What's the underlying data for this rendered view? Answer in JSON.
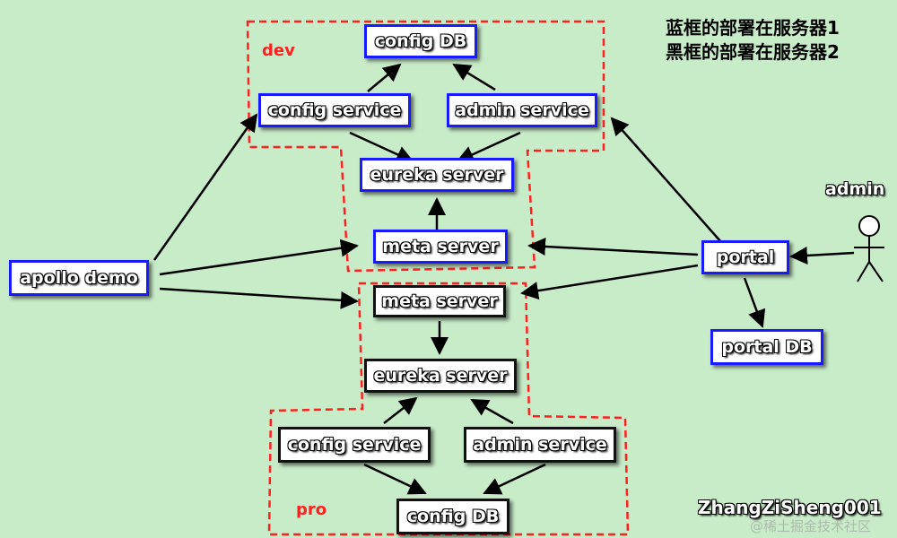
{
  "legend": {
    "line1": "蓝框的部署在服务器1",
    "line2": "黑框的部署在服务器2"
  },
  "environments": {
    "dev": "dev",
    "pro": "pro"
  },
  "nodes": {
    "dev_config_db": "config DB",
    "dev_config_service": "config service",
    "dev_admin_service": "admin service",
    "dev_eureka_server": "eureka server",
    "dev_meta_server": "meta server",
    "apollo_demo": "apollo demo",
    "portal": "portal",
    "portal_db": "portal DB",
    "pro_meta_server": "meta server",
    "pro_eureka_server": "eureka server",
    "pro_config_service": "config service",
    "pro_admin_service": "admin service",
    "pro_config_db": "config DB"
  },
  "actor": {
    "label": "admin"
  },
  "author": "ZhangZiSheng001",
  "watermark": "@稀土掘金技术社区",
  "colors": {
    "background": "#c8ebc8",
    "server1_border": "#1a1aff",
    "server2_border": "#111111",
    "env_boundary": "#ff2020"
  }
}
